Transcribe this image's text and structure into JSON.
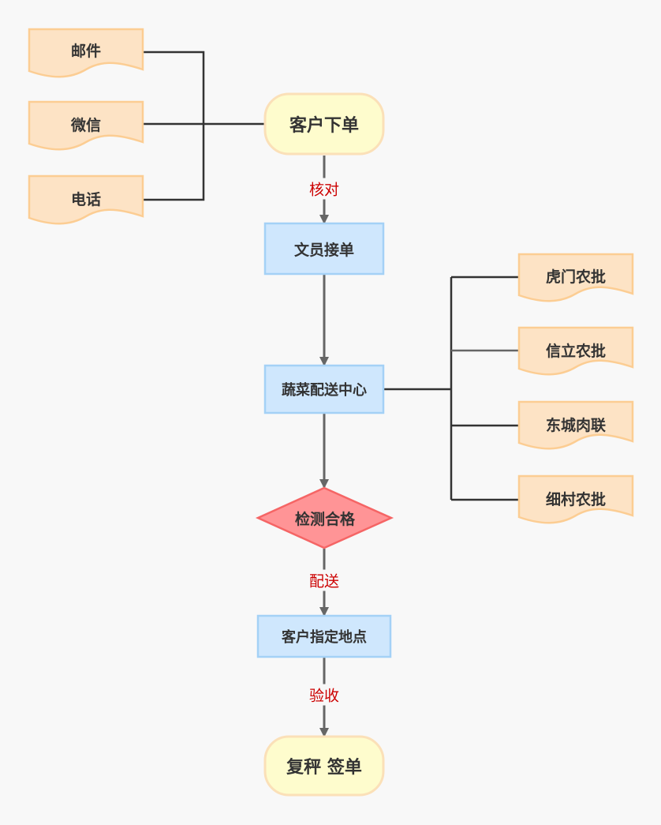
{
  "colors": {
    "background": "#f8f8f8",
    "terminal_fill": "#fefccd",
    "terminal_stroke": "#fbe0b8",
    "process_fill": "#cfe7fd",
    "process_stroke": "#a4d1f6",
    "decision_fill": "#ff9496",
    "decision_stroke": "#f56565",
    "document_fill": "#fde3c5",
    "document_stroke": "#fccd93",
    "connector": "#666666",
    "bracket": "#333333",
    "edge_label": "#cc0000"
  },
  "diagram": {
    "sources": [
      "邮件",
      "微信",
      "电话"
    ],
    "start": "客户下单",
    "flow_steps": [
      "文员接单",
      "蔬菜配送中心"
    ],
    "decision": "检测合格",
    "destination": "客户指定地点",
    "end": "复秤 签单",
    "suppliers": [
      "虎门农批",
      "信立农批",
      "东城肉联",
      "细村农批"
    ],
    "edge_labels": {
      "check": "核对",
      "deliver": "配送",
      "accept": "验收"
    }
  }
}
